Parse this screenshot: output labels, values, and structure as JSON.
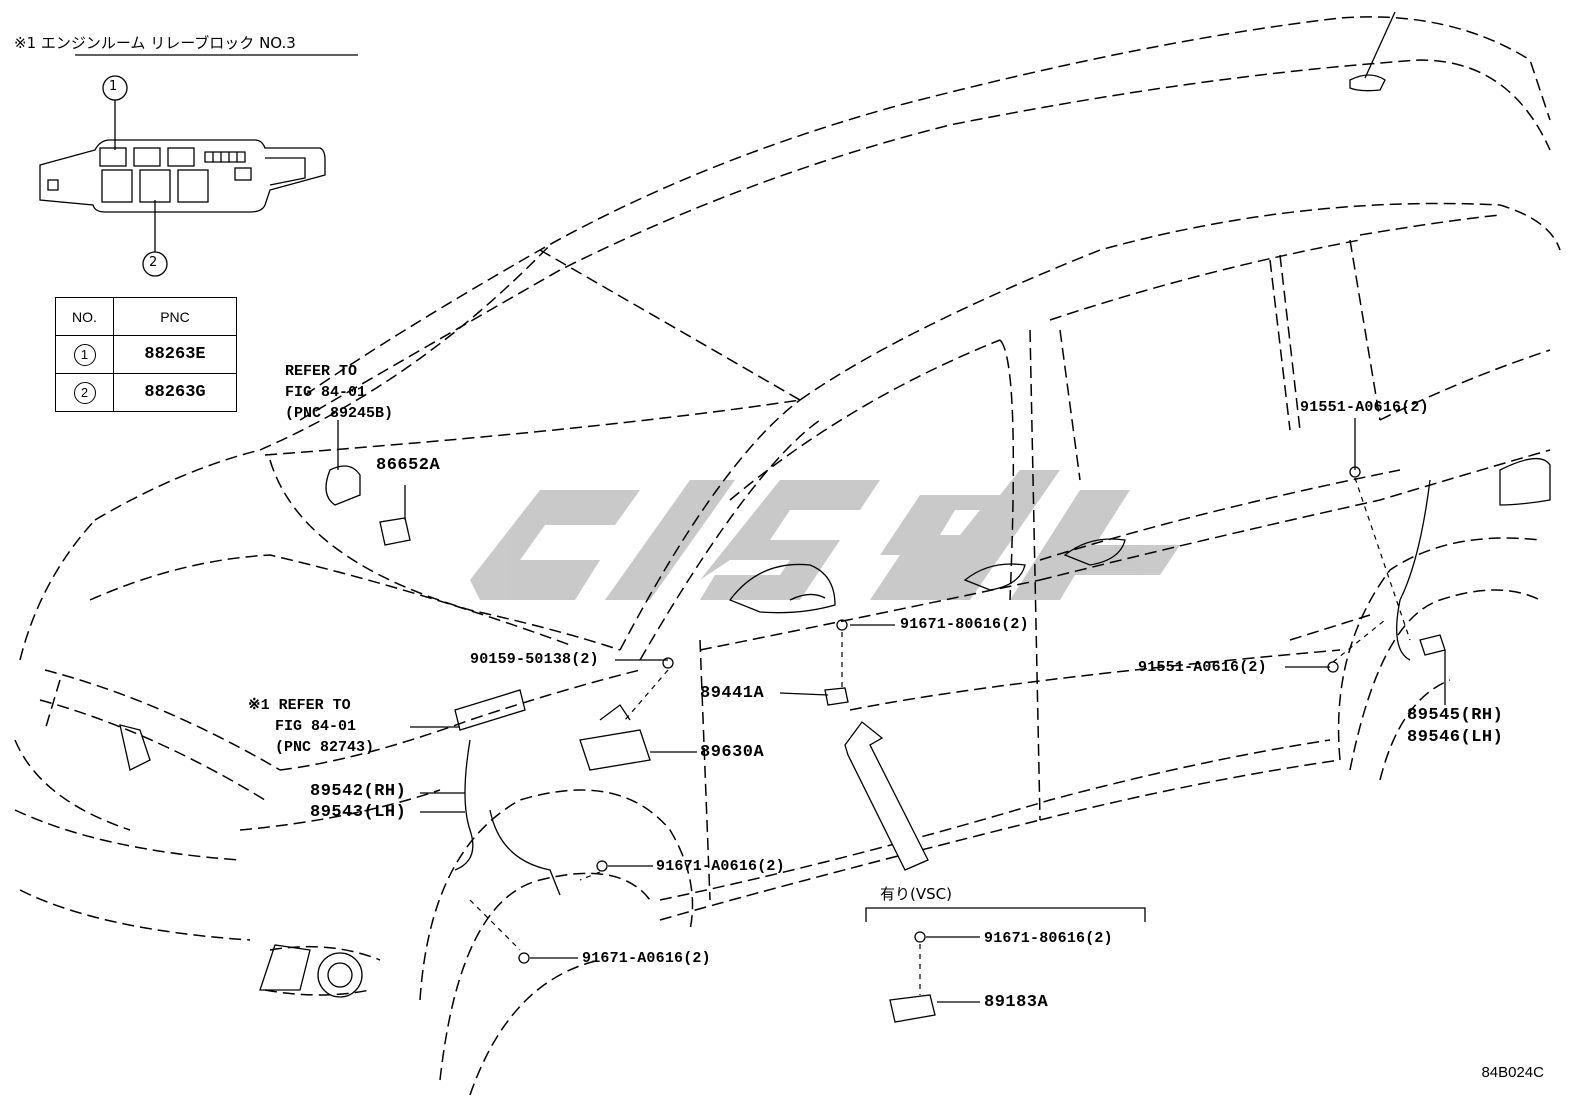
{
  "relay_block": {
    "title": "※1  エンジンルーム  リレーブロック  NO.3",
    "callout_1": "1",
    "callout_2": "2"
  },
  "pnc_table": {
    "header_no": "NO.",
    "header_pnc": "PNC",
    "rows": [
      {
        "no": "1",
        "pnc": "88263E"
      },
      {
        "no": "2",
        "pnc": "88263G"
      }
    ]
  },
  "references": {
    "ref_top": "REFER TO\nFIG 84-01\n(PNC 89245B)",
    "ref_relay": "※1 REFER TO\n   FIG 84-01\n   (PNC 82743)"
  },
  "parts": {
    "p86652A": "86652A",
    "p90159": "90159-50138(2)",
    "p91671_80616_top": "91671-80616(2)",
    "p89441A": "89441A",
    "p89630A": "89630A",
    "p89542": "89542(RH)",
    "p89543": "89543(LH)",
    "p91671_A0616_mid": "91671-A0616(2)",
    "p91671_A0616_low": "91671-A0616(2)",
    "p91551_top": "91551-A0616(2)",
    "p91551_mid": "91551-A0616(2)",
    "p89545": "89545(RH)",
    "p89546": "89546(LH)",
    "p91671_80616_vsc": "91671-80616(2)",
    "p89183A": "89183A"
  },
  "vsc_label": "有り(VSC)",
  "figure_code": "84B024C",
  "colors": {
    "line": "#000000",
    "watermark": "#c8c8c8"
  }
}
